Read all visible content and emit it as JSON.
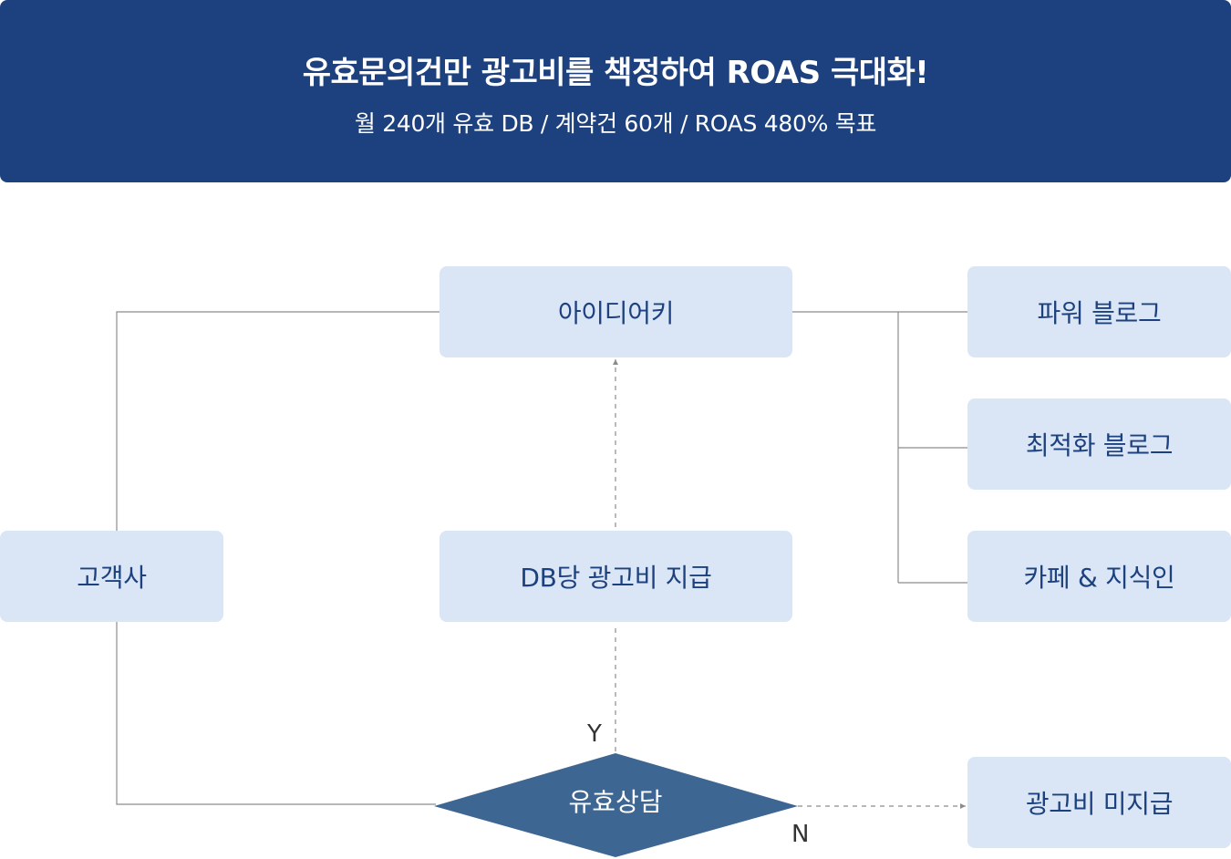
{
  "header": {
    "title": "유효문의건만 광고비를 책정하여 ROAS 극대화!",
    "subtitle": "월 240개 유효 DB / 계약건 60개 / ROAS 480% 목표"
  },
  "nodes": {
    "client": "고객사",
    "idea_agency": "아이디어키",
    "pay_per_db": "DB당 광고비 지급",
    "power_blog": "파워 블로그",
    "optimized_blog": "최적화 블로그",
    "cafe_kin": "카페 & 지식인",
    "valid_consult": "유효상담",
    "no_payment": "광고비 미지급"
  },
  "decision": {
    "yes_label": "Y",
    "no_label": "N"
  },
  "colors": {
    "banner": "#1d417f",
    "box_fill": "#dae6f5",
    "box_text": "#1d417f",
    "diamond": "#3e6692",
    "line": "#8c8c8c"
  }
}
